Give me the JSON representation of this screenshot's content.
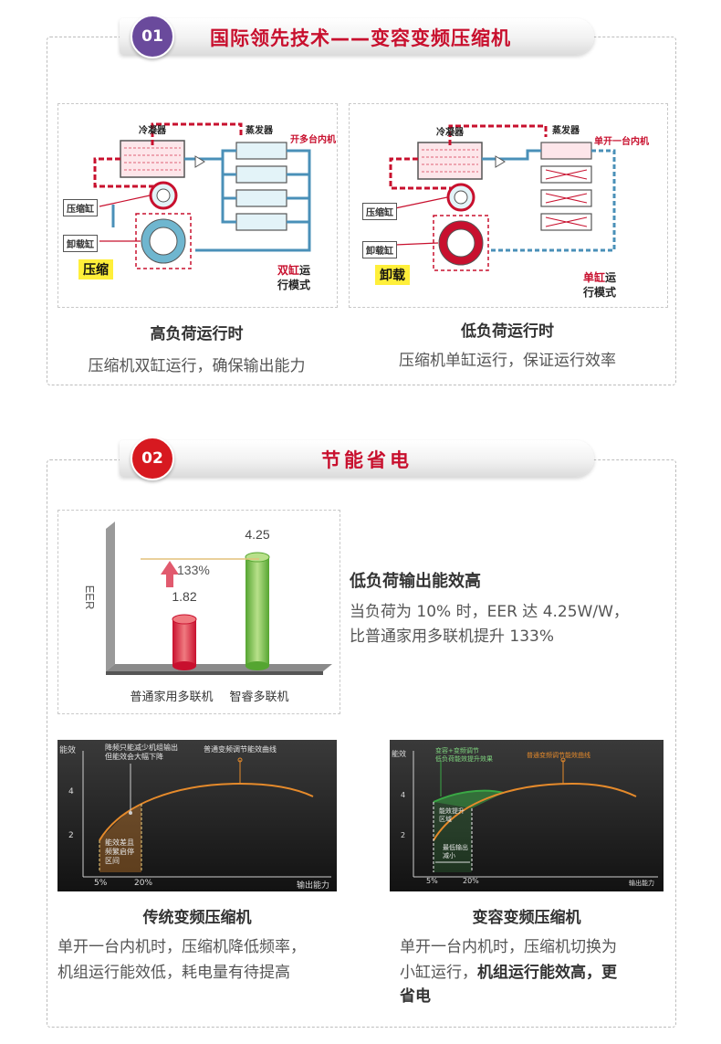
{
  "section1": {
    "badge": "01",
    "title": "国际领先技术——变容变频压缩机",
    "high": {
      "condenser": "冷凝器",
      "evaporator": "蒸发器",
      "indoor_note": "开多台内机",
      "cyl_compress": "压缩缸",
      "cyl_unload": "卸载缸",
      "tag": "压缩",
      "mode_red": "双缸",
      "mode_line1_rest": "运",
      "mode_line2": "行模式",
      "caption_title": "高负荷运行时",
      "caption_text": "压缩机双缸运行，确保输出能力"
    },
    "low": {
      "condenser": "冷凝器",
      "evaporator": "蒸发器",
      "indoor_note": "单开一台内机",
      "cyl_compress": "压缩缸",
      "cyl_unload": "卸载缸",
      "tag": "卸载",
      "mode_red": "单缸",
      "mode_line1_rest": "运",
      "mode_line2": "行模式",
      "caption_title": "低负荷运行时",
      "caption_text": "压缩机单缸运行，保证运行效率"
    }
  },
  "section2": {
    "badge": "02",
    "title": "节能省电",
    "eer_chart": {
      "heading": "低负荷输出能效高",
      "line1": "当负荷为 10% 时，EER 达 4.25W/W，",
      "line2": "比普通家用多联机提升 133%"
    },
    "traditional": {
      "caption_title": "传统变频压缩机",
      "caption_text1": "单开一台内机时，压缩机降低频率，",
      "caption_text2": "机组运行能效低，耗电量有待提高",
      "ann_top": "降频只能减少机组输出\n但能效会大幅下降",
      "ann_curve": "普通变频调节能效曲线",
      "ann_zone": "能效差且\n频繁启停\n区间"
    },
    "variable": {
      "caption_title": "变容变频压缩机",
      "caption_text1": "单开一台内机时，压缩机切换为",
      "caption_text2_normal": "小缸运行，",
      "caption_text2_bold": "机组运行能效高，更",
      "caption_text3_bold": "省电",
      "ann_green": "变容+变频调节\n低负荷能效提升效果",
      "ann_curve": "普通变频调节能效曲线",
      "ann_zone": "能效提升\n区域",
      "ann_min": "最低输出\n减小"
    },
    "dark_axes": {
      "y_label": "能效",
      "x_label": "输出能力",
      "tick_4": "4",
      "tick_2": "2",
      "x_5": "5%",
      "x_20": "20%"
    }
  },
  "chart_data": {
    "type": "bar",
    "categories": [
      "普通家用多联机",
      "智睿多联机"
    ],
    "values": [
      1.82,
      4.25
    ],
    "ylabel": "EER",
    "annotation": "133%",
    "colors": [
      "#d8343d",
      "#7cc342"
    ]
  },
  "colors": {
    "badge1": "#6a4a9c",
    "badge2": "#d71920",
    "title1": "#c8102e",
    "title2": "#c8102e",
    "red": "#c8102e",
    "blue": "#4a90b8",
    "orange": "#e58a2b",
    "green": "#3aa845"
  }
}
